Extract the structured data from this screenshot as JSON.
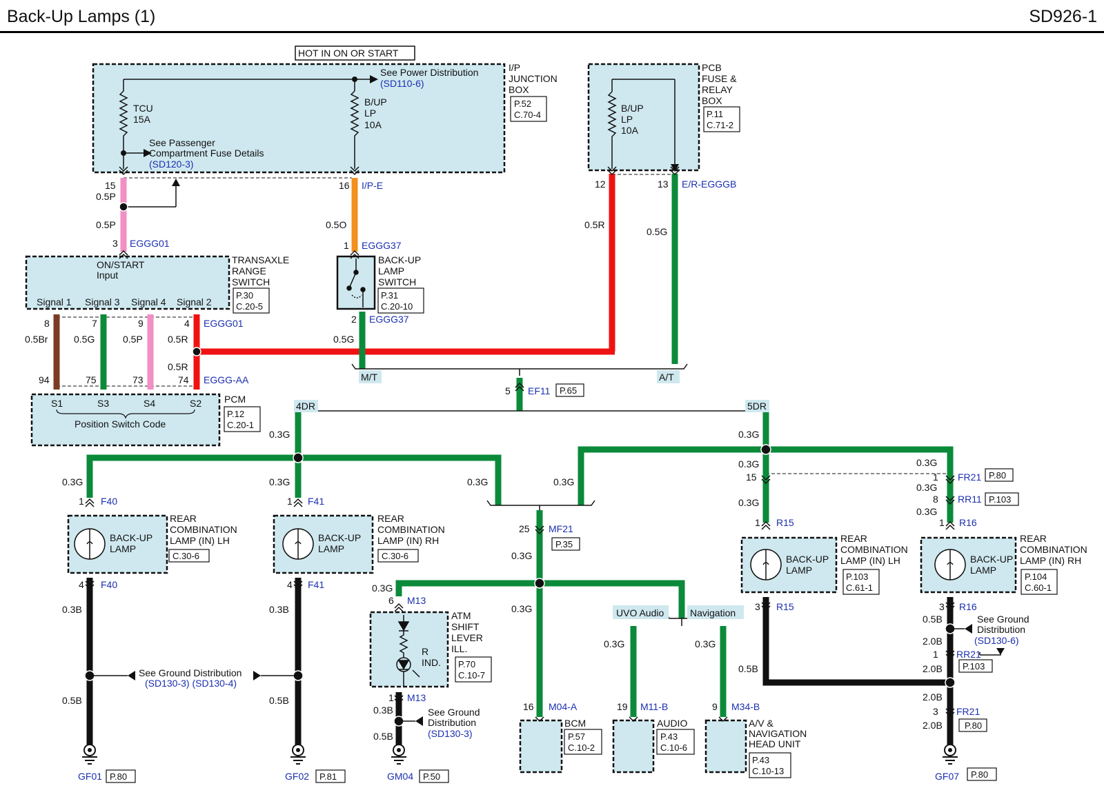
{
  "header": {
    "title": "Back-Up Lamps (1)",
    "code": "SD926-1"
  },
  "colors": {
    "pink": "#f28fc4",
    "orange": "#f4901e",
    "red": "#ef1212",
    "green": "#0b8a3a",
    "brown": "#7a3d24",
    "black": "#111111",
    "component_fill": "#cfe8ef",
    "link_blue": "#1b2fb0"
  },
  "feed": {
    "hot": "HOT IN ON OR START"
  },
  "ij_box": {
    "name": [
      "I/P",
      "JUNCTION",
      "BOX"
    ],
    "ref1": "P.52",
    "ref2": "C.70-4",
    "tcu_fuse": [
      "TCU",
      "15A"
    ],
    "bup_fuse": [
      "B/UP",
      "LP",
      "10A"
    ],
    "see_power": "See Power Distribution",
    "see_power_ref": "(SD110-6)",
    "see_pass": [
      "See Passenger",
      "Compartment Fuse Details"
    ],
    "see_pass_ref": "(SD120-3)",
    "pin_tcu": "15",
    "pin_bup": "16",
    "conn": "I/P-E"
  },
  "pcb_box": {
    "name": [
      "PCB",
      "FUSE &",
      "RELAY",
      "BOX"
    ],
    "ref1": "P.11",
    "ref2": "C.71-2",
    "fuse": [
      "B/UP",
      "LP",
      "10A"
    ],
    "pin1": "12",
    "pin2": "13",
    "conn": "E/R-EGGGB"
  },
  "wires": {
    "p05": "0.5P",
    "o05": "0.5O",
    "r05": "0.5R",
    "g05": "0.5G",
    "br05": "0.5Br",
    "g03": "0.3G",
    "b03": "0.3B",
    "b05": "0.5B",
    "b20": "2.0B"
  },
  "range_switch": {
    "name": [
      "TRANSAXLE",
      "RANGE",
      "SWITCH"
    ],
    "ref1": "P.30",
    "ref2": "C.20-5",
    "input": [
      "ON/START",
      "Input"
    ],
    "signals": [
      "Signal 1",
      "Signal 3",
      "Signal 4",
      "Signal 2"
    ],
    "in_pin": "3",
    "in_conn": "EGGG01",
    "out_pins": [
      "8",
      "7",
      "9",
      "4"
    ],
    "out_conn": "EGGG01"
  },
  "pcm": {
    "name": "PCM",
    "ref1": "P.12",
    "ref2": "C.20-1",
    "pins": [
      "94",
      "75",
      "73",
      "74"
    ],
    "conn": "EGGG-AA",
    "slots": [
      "S1",
      "S3",
      "S4",
      "S2"
    ],
    "code": "Position Switch Code"
  },
  "bu_switch": {
    "name": [
      "BACK-UP",
      "LAMP",
      "SWITCH"
    ],
    "ref1": "P.31",
    "ref2": "C.20-10",
    "pin_in": "1",
    "pin_out": "2",
    "conn": "EGGG37"
  },
  "splice": {
    "mt": "M/T",
    "at": "A/T",
    "pin": "5",
    "conn": "EF11",
    "ref": "P.65",
    "dr4": "4DR",
    "dr5": "5DR"
  },
  "lamps": {
    "label": [
      "BACK-UP",
      "LAMP"
    ],
    "l1": {
      "name": [
        "REAR",
        "COMBINATION",
        "LAMP (IN) LH"
      ],
      "ref": "C.30-6",
      "pin_in": "1",
      "pin_out": "4",
      "conn": "F40"
    },
    "l2": {
      "name": [
        "REAR",
        "COMBINATION",
        "LAMP (IN) RH"
      ],
      "ref": "C.30-6",
      "pin_in": "1",
      "pin_out": "4",
      "conn": "F41"
    },
    "l3": {
      "name": [
        "REAR",
        "COMBINATION",
        "LAMP (IN) LH"
      ],
      "ref1": "P.103",
      "ref2": "C.61-1",
      "pin_in": "1",
      "pin_out": "3",
      "conn": "R15"
    },
    "l4": {
      "name": [
        "REAR",
        "COMBINATION",
        "LAMP (IN) RH"
      ],
      "ref1": "P.104",
      "ref2": "C.60-1",
      "pin_in": "1",
      "pin_out": "3",
      "conn": "R16"
    }
  },
  "mf21": {
    "pin": "25",
    "conn": "MF21",
    "ref": "P.35"
  },
  "fr21_top": {
    "pin": "1",
    "conn": "FR21",
    "ref": "P.80"
  },
  "rr11": {
    "pin": "8",
    "conn": "RR11",
    "ref": "P.103"
  },
  "r15_top_pin": "15",
  "atm": {
    "name": [
      "ATM",
      "SHIFT",
      "LEVER",
      "ILL."
    ],
    "ref1": "P.70",
    "ref2": "C.10-7",
    "r_ind": [
      "R",
      "IND."
    ],
    "pin_in": "6",
    "pin_out": "1",
    "conn": "M13"
  },
  "units": {
    "bcm": {
      "name": "BCM",
      "ref1": "P.57",
      "ref2": "C.10-2",
      "pin": "16",
      "conn": "M04-A"
    },
    "audio": {
      "name": "AUDIO",
      "ref1": "P.43",
      "ref2": "C.10-6",
      "pin": "19",
      "conn": "M11-B",
      "tag": "UVO Audio"
    },
    "nav": {
      "name": [
        "A/V &",
        "NAVIGATION",
        "HEAD UNIT"
      ],
      "ref1": "P.43",
      "ref2": "C.10-13",
      "pin": "9",
      "conn": "M34-B",
      "tag": "Navigation"
    }
  },
  "ground": {
    "see": "See Ground Distribution",
    "see_refs": "(SD130-3) (SD130-4)",
    "see2": [
      "See Ground",
      "Distribution"
    ],
    "see2_ref": "(SD130-3)",
    "see3": [
      "See Ground",
      "Distribution"
    ],
    "see3_ref": "(SD130-6)",
    "gf01": "GF01",
    "gf01_ref": "P.80",
    "gf02": "GF02",
    "gf02_ref": "P.81",
    "gm04": "GM04",
    "gm04_ref": "P.50",
    "gf07": "GF07",
    "gf07_ref": "P.80"
  },
  "rr21": {
    "pin": "1",
    "conn": "RR21",
    "ref": "P.103"
  },
  "fr21_bot": {
    "pin": "3",
    "conn": "FR21",
    "ref": "P.80"
  }
}
